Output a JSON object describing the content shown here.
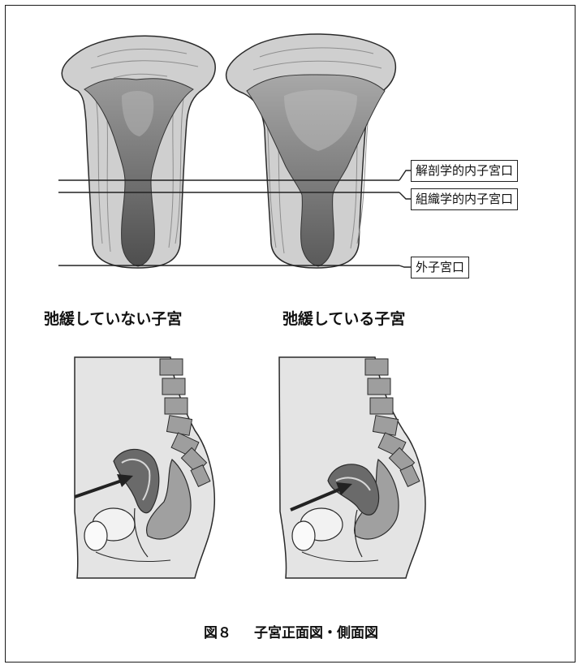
{
  "figure": {
    "labels": {
      "anatomical_internal_os": "解剖学的内子宮口",
      "histological_internal_os": "組織学的内子宮口",
      "external_os": "外子宮口"
    },
    "subtitles": {
      "left": "弛緩していない子宮",
      "right": "弛緩している子宮"
    },
    "caption": {
      "number": "図８",
      "title": "子宮正面図・側面図"
    }
  },
  "colors": {
    "tissue": "#cfcfcf",
    "tissue_line": "#8a8a8a",
    "cavity_dark": "#545454",
    "cavity_mid": "#7e7e7e",
    "body_fill": "#e4e4e4",
    "organ_mid": "#a0a0a0",
    "organ_dark": "#6a6a6a",
    "outline": "#2a2a2a"
  }
}
